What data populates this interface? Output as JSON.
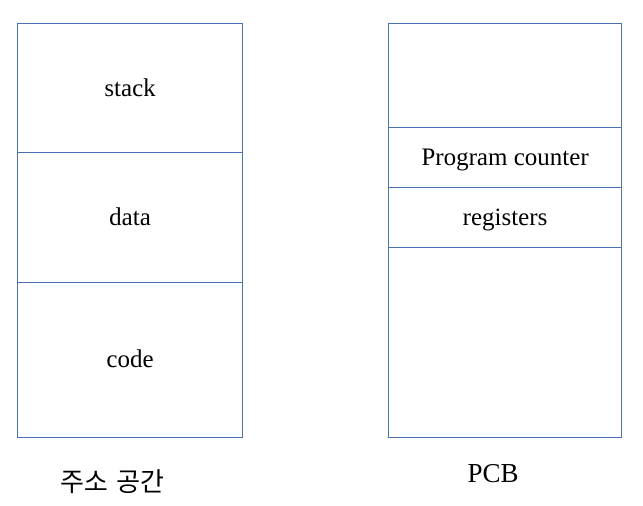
{
  "address_space": {
    "caption": "주소 공간",
    "segments": [
      "stack",
      "data",
      "code"
    ]
  },
  "pcb": {
    "caption": "PCB",
    "fields": [
      "",
      "Program counter",
      "registers",
      ""
    ]
  },
  "colors": {
    "border": "#4a72b2",
    "text": "#000000",
    "background": "#ffffff"
  }
}
